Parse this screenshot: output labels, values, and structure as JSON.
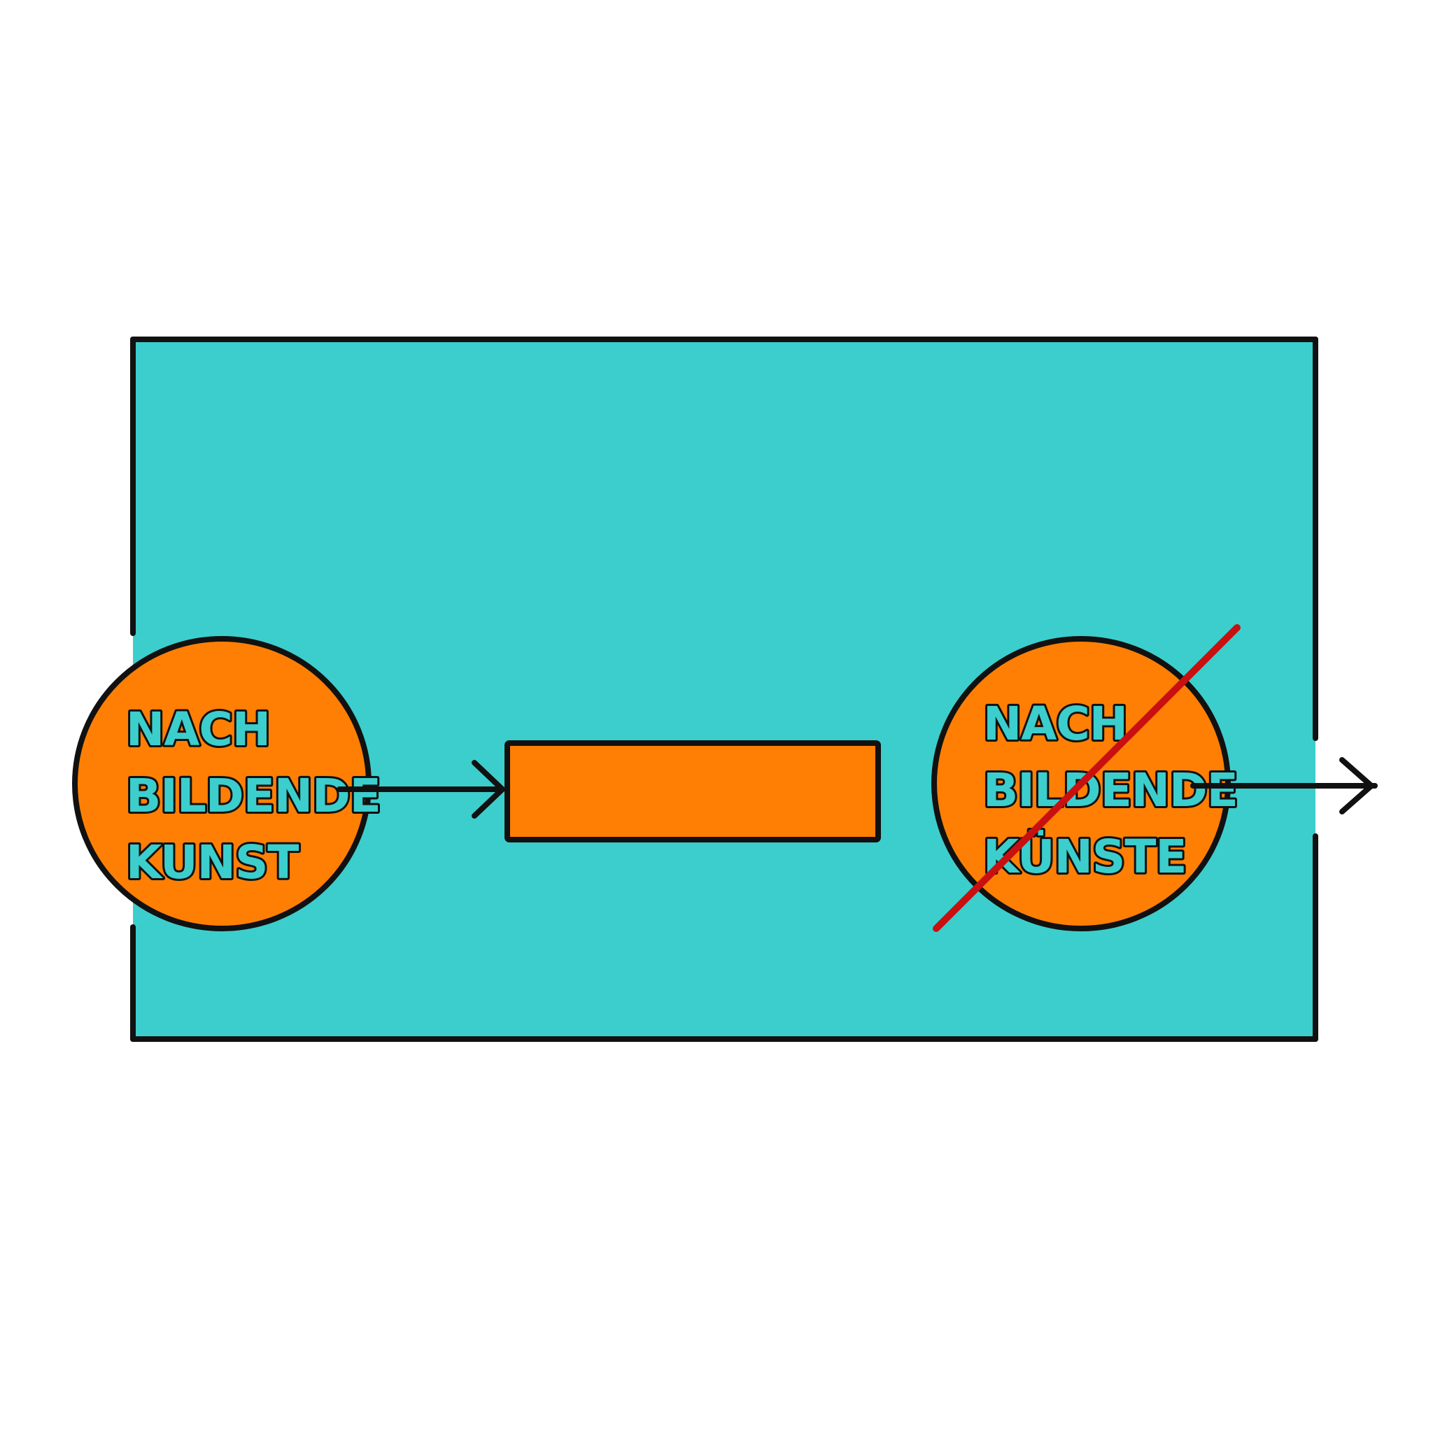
{
  "colors": {
    "background": "#ffffff",
    "field": "#3CCECD",
    "shape_fill": "#FF7F05",
    "stroke": "#111111",
    "text_fill": "#3CCECD",
    "strike": "#C81010"
  },
  "nodes": {
    "left_circle": {
      "lines": [
        "NACH",
        "BILDENDE",
        "KUNST"
      ]
    },
    "center_box": {
      "label": ""
    },
    "right_circle": {
      "lines": [
        "NACH",
        "BILDENDE",
        "KÜNSTE"
      ],
      "crossed_out": true
    }
  },
  "edges": [
    {
      "from": "left_circle",
      "to": "center_box"
    },
    {
      "from": "right_circle",
      "to": "outside"
    }
  ]
}
